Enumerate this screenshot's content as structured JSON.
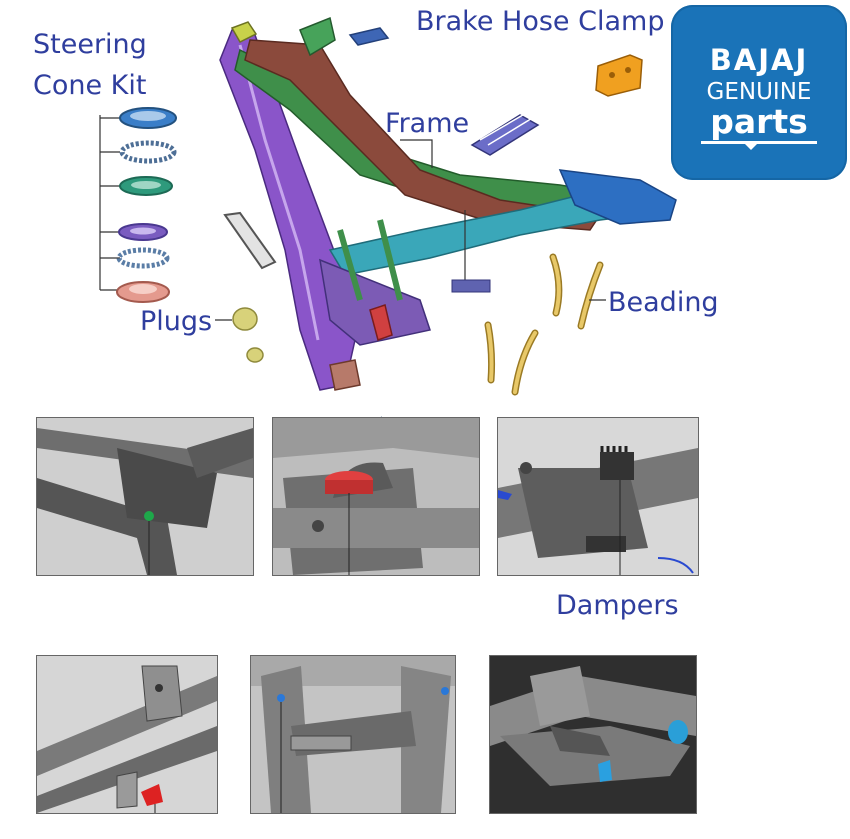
{
  "labels": {
    "steering_line1": "Steering",
    "steering_line2": "Cone Kit",
    "brake_hose_clamp": "Brake Hose Clamp",
    "frame": "Frame",
    "plugs": "Plugs",
    "beading": "Beading",
    "dampers": "Dampers"
  },
  "logo": {
    "brand": "BAJAJ",
    "line2": "GENUINE",
    "line3": "parts"
  },
  "colors": {
    "label_text": "#2f3e9e",
    "logo_bg": "#1a73b8",
    "frame_purple": "#8a55c9",
    "frame_green": "#3f8f4a",
    "frame_brown": "#8b4a3c",
    "clamp_orange": "#f0a020",
    "beading_gold": "#d9b24a"
  }
}
